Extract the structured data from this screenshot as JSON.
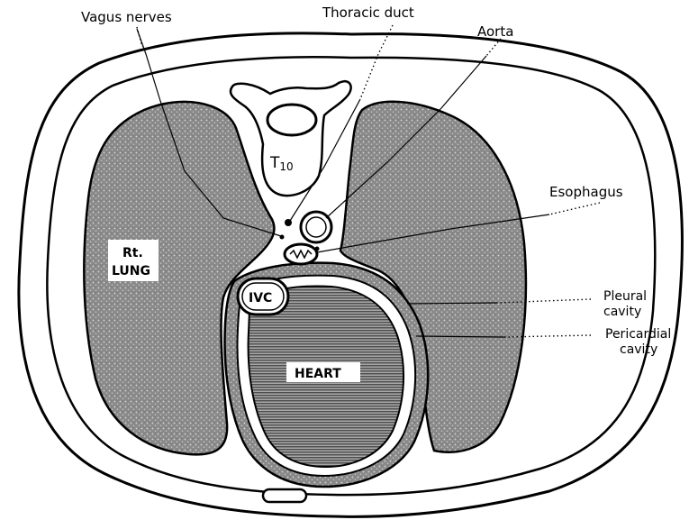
{
  "labels": {
    "vagus_nerves": "Vagus nerves",
    "thoracic_duct": "Thoracic duct",
    "aorta": "Aorta",
    "esophagus": "Esophagus",
    "pleural_line1": "Pleural",
    "pleural_line2": "cavity",
    "pericardial_line1": "Pericardial",
    "pericardial_line2": "cavity",
    "rt_lung_line1": "Rt.",
    "rt_lung_line2": "LUNG",
    "heart": "HEART",
    "ivc": "IVC",
    "vertebra_letter": "T",
    "vertebra_sub": "10"
  }
}
